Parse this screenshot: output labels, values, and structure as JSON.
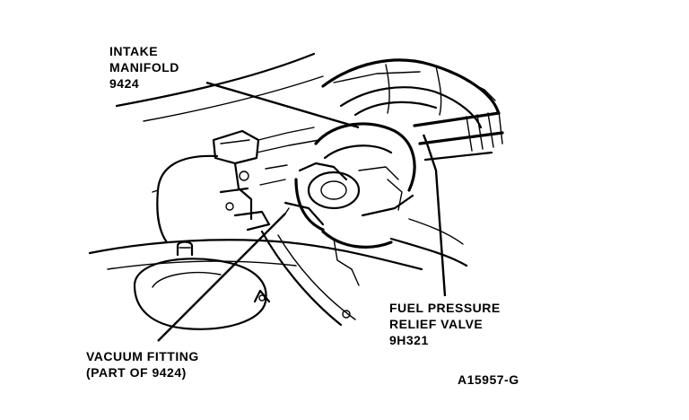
{
  "figure": {
    "callouts": [
      {
        "id": "intake-manifold",
        "lines": [
          "INTAKE",
          "MANIFOLD",
          "9424"
        ]
      },
      {
        "id": "fuel-pressure-relief-valve",
        "lines": [
          "FUEL PRESSURE",
          "RELIEF VALVE",
          "9H321"
        ]
      },
      {
        "id": "vacuum-fitting",
        "lines": [
          "VACUUM FITTING",
          "(PART OF 9424)"
        ]
      }
    ],
    "figure_code": "A15957-G"
  },
  "colors": {
    "ink": "#000000",
    "background": "#ffffff"
  }
}
